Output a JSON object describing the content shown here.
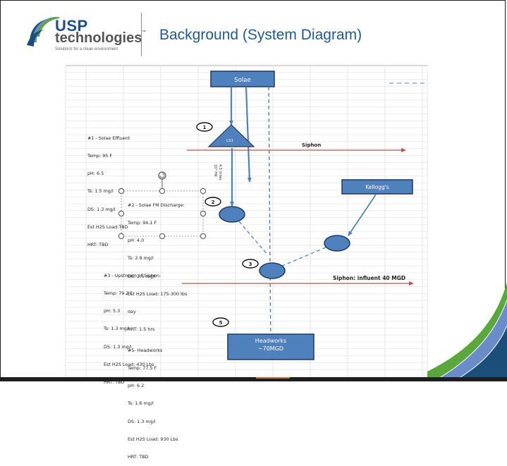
{
  "header": {
    "logo": {
      "brand_line1": "USP",
      "brand_line2": "technologies",
      "trademark": "™",
      "tagline": "Solutions for a clean environment"
    },
    "title": "Background (System Diagram)"
  },
  "colors": {
    "title": "#1f5a96",
    "node_fill": "#4f81bd",
    "node_stroke": "#1f3864",
    "siphon_line": "#c0504d",
    "logo_green": "#5aa83c",
    "logo_blue": "#6a8cc8",
    "logo_navy": "#1b4f7a"
  },
  "diagram": {
    "nodes": {
      "solae": "Solae",
      "ls1": "LS1",
      "kelloggs": "Kellogg's",
      "headworks_line1": "Headworks",
      "headworks_line2": "~70MGD"
    },
    "markers": [
      "1",
      "2",
      "3",
      "5"
    ],
    "pipe_label_line1": "20\" FM",
    "pipe_label_line2": "4.5 miles",
    "siphon_label": "Siphon",
    "siphon_influent_label": "Siphon: influent 40 MGD",
    "notes": [
      {
        "title": "#1 - Solae Effluent",
        "lines": [
          "Temp: 95 F",
          "pH: 6.5",
          "Ts: 1.5 mg/l",
          "DS: 1.3 mg/l",
          "Est H2S Load:TBD",
          "HRT: TBD"
        ]
      },
      {
        "title": "#2 - Solae FM Discharge:",
        "lines": [
          "Temp: 94.1 F",
          "pH: 4.0",
          "Ts: 2.9 mg/l",
          "DS: 2.6 mg/l",
          "Est H2S Load: 175-300 lbs",
          "day",
          "HRT: 1.5 hrs"
        ]
      },
      {
        "title": "#3 - Upstream of Siphon:",
        "lines": [
          "Temp: 79.2 F",
          "pH: 5.3",
          "Ts: 1.3 mg/l",
          "DS: 1.3 mg/l",
          "Est H2S Load: 430 Lbs",
          "HRT: TBD"
        ]
      },
      {
        "title": "#5- Headworks",
        "lines": [
          "Temp: 77.5 F",
          "pH: 6.2",
          "Ts: 1.6 mg/l",
          "DS: 1.3 mg/l",
          "Est H2S Load: 930 Lbs",
          "HRT: TBD"
        ]
      }
    ]
  }
}
